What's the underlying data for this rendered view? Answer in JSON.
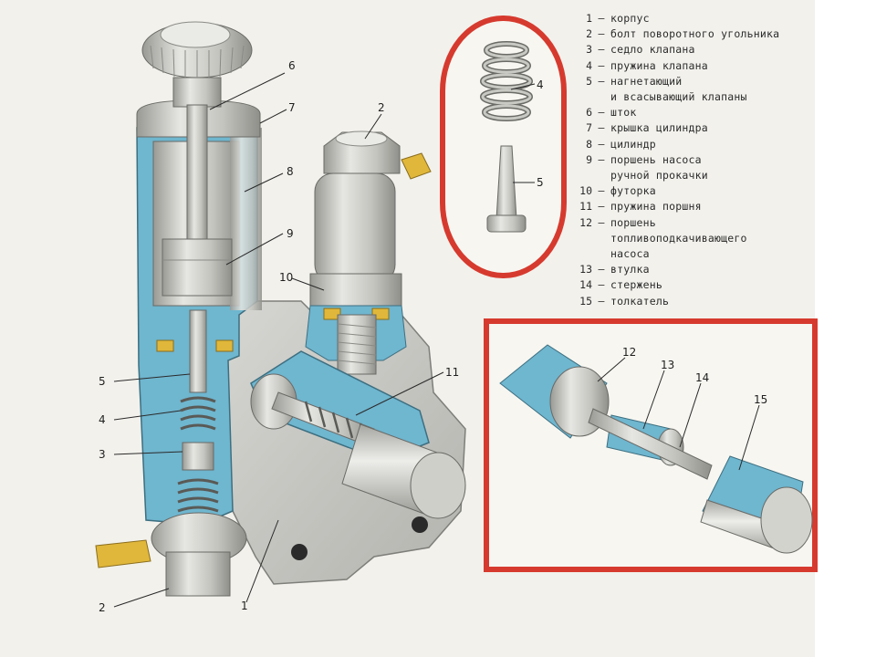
{
  "legend": [
    {
      "num": "1",
      "lines": [
        "корпус"
      ]
    },
    {
      "num": "2",
      "lines": [
        "болт поворотного угольника"
      ]
    },
    {
      "num": "3",
      "lines": [
        "седло клапана"
      ]
    },
    {
      "num": "4",
      "lines": [
        "пружина клапана"
      ]
    },
    {
      "num": "5",
      "lines": [
        "нагнетающий",
        "и всасывающий клапаны"
      ]
    },
    {
      "num": "6",
      "lines": [
        "шток"
      ]
    },
    {
      "num": "7",
      "lines": [
        "крышка цилиндра"
      ]
    },
    {
      "num": "8",
      "lines": [
        "цилиндр"
      ]
    },
    {
      "num": "9",
      "lines": [
        "поршень насоса",
        "ручной прокачки"
      ]
    },
    {
      "num": "10",
      "lines": [
        "футорка"
      ]
    },
    {
      "num": "11",
      "lines": [
        "пружина поршня"
      ]
    },
    {
      "num": "12",
      "lines": [
        "поршень",
        "топливоподкачивающего",
        "насоса"
      ]
    },
    {
      "num": "13",
      "lines": [
        "втулка"
      ]
    },
    {
      "num": "14",
      "lines": [
        "стержень"
      ]
    },
    {
      "num": "15",
      "lines": [
        "толкатель"
      ]
    }
  ],
  "callouts": {
    "c1": "1",
    "c2a": "2",
    "c2b": "2",
    "c3": "3",
    "c4a": "4",
    "c4b": "4",
    "c5a": "5",
    "c5b": "5",
    "c6": "6",
    "c7": "7",
    "c8": "8",
    "c9": "9",
    "c10": "10",
    "c11": "11",
    "c12": "12",
    "c13": "13",
    "c14": "14",
    "c15": "15"
  },
  "colors": {
    "cutaway": "#6fb6cf",
    "metal": "#c9c9c4",
    "brass": "#e0b73a",
    "frame": "#d63a2e"
  }
}
